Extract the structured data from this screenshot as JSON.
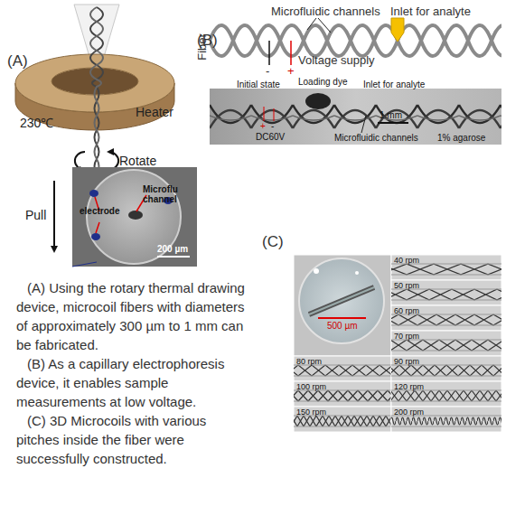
{
  "diagram": {
    "labels": [
      "(A)",
      "Heater",
      "230℃",
      "Rotate",
      "Pull",
      "Microflu channel",
      "electrode",
      "200 µm",
      "(B)",
      "Fiber",
      "Microfluidic channels",
      "Inlet for analyte",
      "Voltage supply",
      "-",
      "+",
      "Initial state",
      "Loading dye",
      "Inlet for analyte",
      "1 mm",
      "+",
      "-",
      "DC60V",
      "Microfluidic channels",
      "1% agarose",
      "(C)",
      "500 µm",
      "40 rpm",
      "50 rpm",
      "60 rpm",
      "70 rpm",
      "80 rpm",
      "90 rpm",
      "100 rpm",
      "120 rpm",
      "150 rpm",
      "200 rpm",
      "(A) Using the rotary thermal drawing device, microcoil fibers with diameters of approximately 300 µm to 1 mm can be fabricated.",
      "(B) As a capillary electrophoresis device, it enables sample measurements at low voltage.",
      "(C) 3D Microcoils with various pitches inside the fiber were successfully constructed."
    ]
  }
}
